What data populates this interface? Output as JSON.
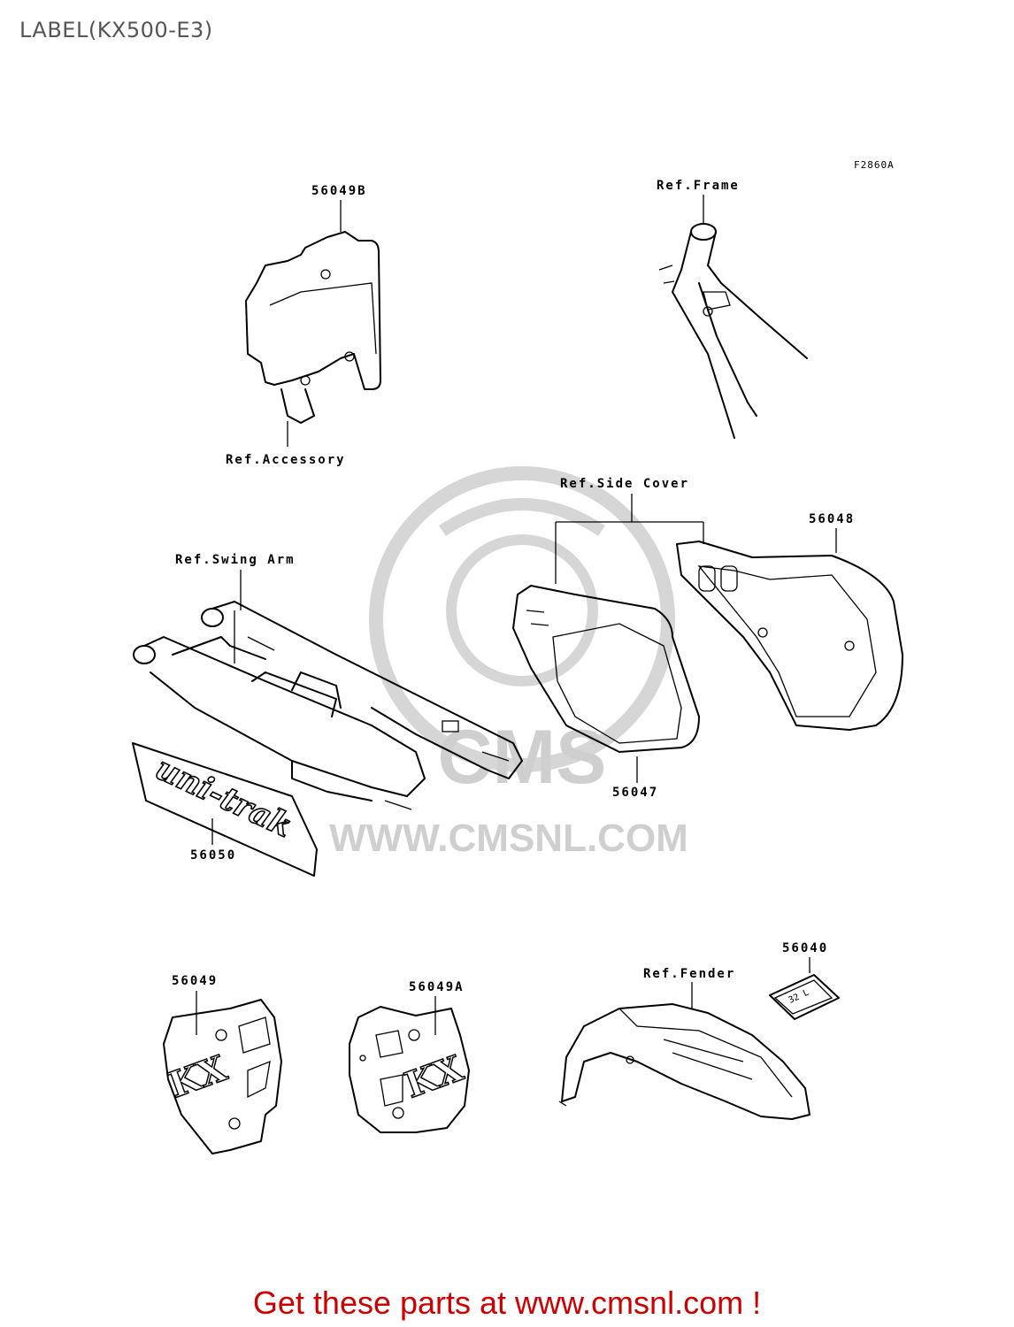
{
  "title": "LABEL(KX500-E3)",
  "diagram_code": "F2860A",
  "labels": {
    "p56049B": "56049B",
    "ref_frame": "Ref.Frame",
    "ref_accessory": "Ref.Accessory",
    "ref_side_cover": "Ref.Side Cover",
    "p56048": "56048",
    "ref_swing_arm": "Ref.Swing Arm",
    "p56047": "56047",
    "p56050": "56050",
    "p56040": "56040",
    "ref_fender": "Ref.Fender",
    "p56049": "56049",
    "p56049A": "56049A"
  },
  "decal_text": {
    "unitrak": "uni-trak",
    "kx": "KX",
    "tag": "32 L"
  },
  "watermark": {
    "logo": "CMS",
    "url": "WWW.CMSNL.COM"
  },
  "footer": {
    "cta": "Get these parts at www.cmsnl.com !"
  },
  "colors": {
    "title": "#555555",
    "cta": "#cc0000",
    "watermark": "#cfcfcf",
    "line": "#000000"
  }
}
